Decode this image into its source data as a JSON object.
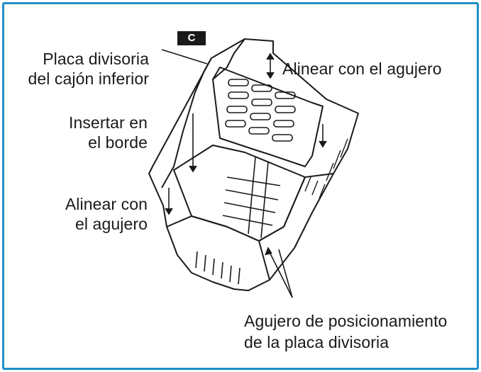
{
  "figure": {
    "badge": "C",
    "labels": {
      "divider_plate_line1": "Placa divisoria",
      "divider_plate_line2": "del cajón inferior",
      "align_hole_top": "Alinear con el agujero",
      "insert_edge_line1": "Insertar en",
      "insert_edge_line2": "el borde",
      "align_hole_left_line1": "Alinear con",
      "align_hole_left_line2": "el agujero",
      "positioning_hole_line1": "Agujero de posicionamiento",
      "positioning_hole_line2": "de la placa divisoria"
    },
    "colors": {
      "border": "#1f8fc8",
      "ink": "#1a1a1a"
    }
  }
}
